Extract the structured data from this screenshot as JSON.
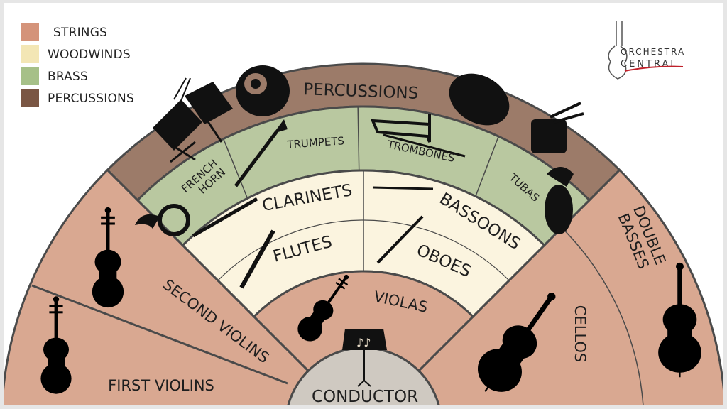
{
  "legend": [
    {
      "label": "STRINGS",
      "color": "#d4937a"
    },
    {
      "label": "WOODWINDS",
      "color": "#f3e6b5"
    },
    {
      "label": "BRASS",
      "color": "#a6c088"
    },
    {
      "label": "PERCUSSIONS",
      "color": "#7a5644"
    }
  ],
  "logo": {
    "line1": "ORCHESTRA",
    "line2": "CENTRAL"
  },
  "colors": {
    "strings": "#d9a891",
    "woodwinds": "#fbf4df",
    "brass": "#b9c8a0",
    "percussion": "#9c7b69",
    "conductor": "#cfc9c1",
    "line": "#4a4a4a"
  },
  "sections": {
    "percussions": "PERCUSSIONS",
    "trumpets": "TRUMPETS",
    "trombones": "TROMBONES",
    "french_horn": [
      "FRENCH",
      "HORN"
    ],
    "tubas": "TUBAS",
    "clarinets": "CLARINETS",
    "bassoons": "BASSOONS",
    "flutes": "FLUTES",
    "oboes": "OBOES",
    "violas": "VIOLAS",
    "second_violins": "SECOND VIOLINS",
    "first_violins": "FIRST VIOLINS",
    "cellos": "CELLOS",
    "double_basses": [
      "DOUBLE",
      "BASSES"
    ],
    "conductor": "CONDUCTOR"
  }
}
